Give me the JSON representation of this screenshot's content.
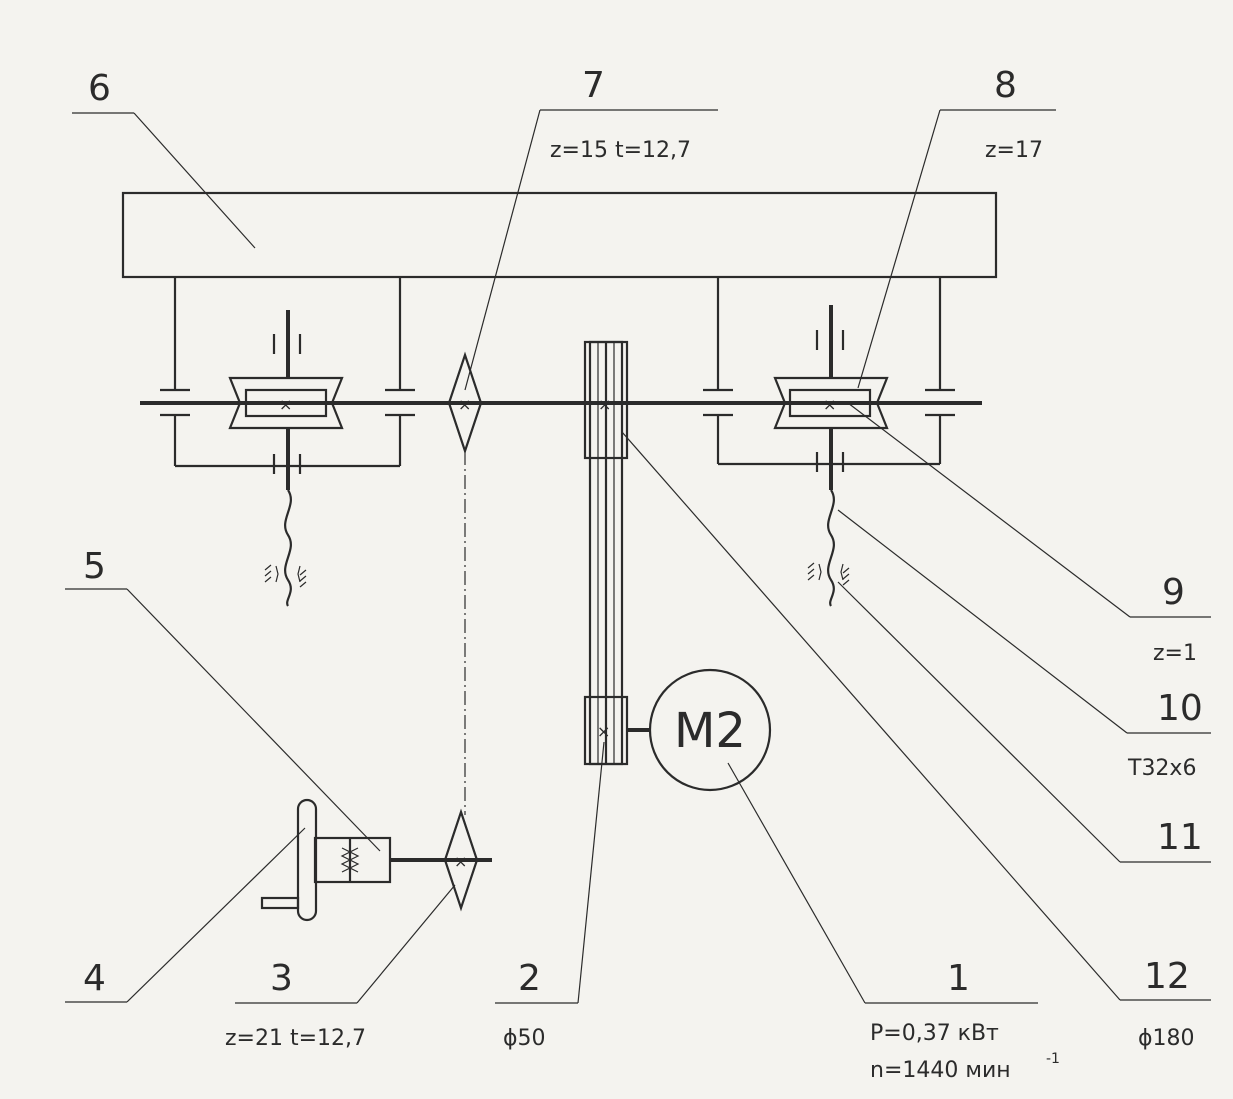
{
  "labels": {
    "l1": "1",
    "l2": "2",
    "l3": "3",
    "l4": "4",
    "l5": "5",
    "l6": "6",
    "l7": "7",
    "l8": "8",
    "l9": "9",
    "l10": "10",
    "l11": "11",
    "l12": "12"
  },
  "notes": {
    "n7": "z=15  t=12,7",
    "n8": "z=17",
    "n9": "z=1",
    "n10": "T32x6",
    "n3": "z=21  t=12,7",
    "n2": "ϕ50",
    "n12": "ϕ180",
    "n1_power": "P=0,37 кВт",
    "n1_speed": "n=1440 мин",
    "n1_speed_exp": "-1"
  },
  "motor": {
    "label": "M2"
  }
}
